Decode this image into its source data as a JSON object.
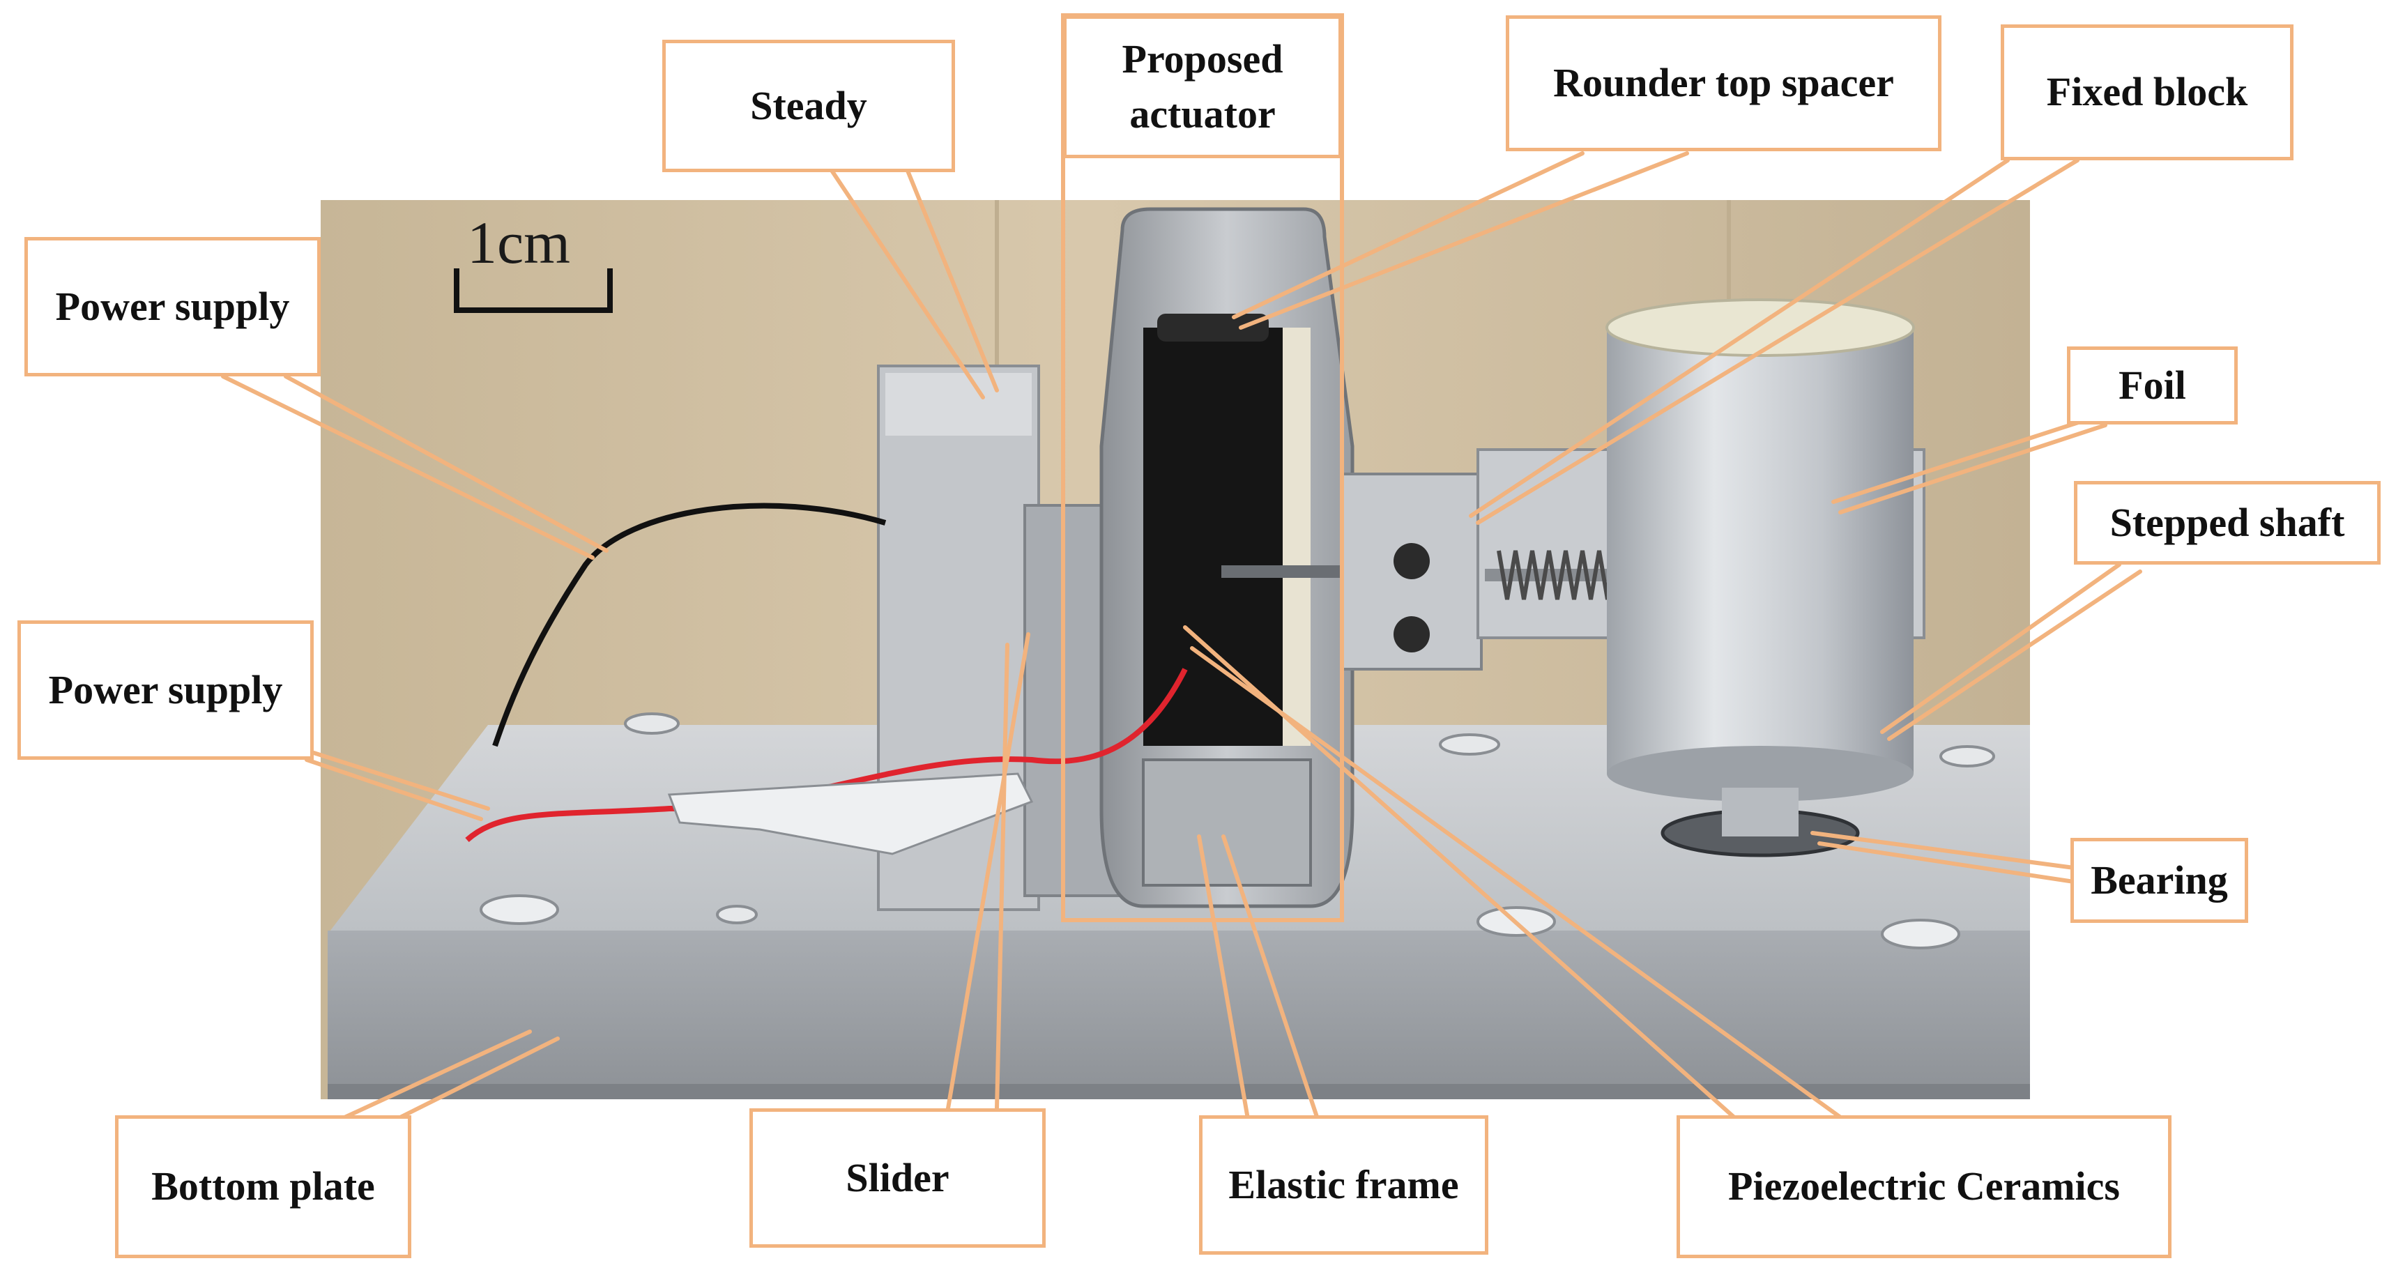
{
  "scale_bar": {
    "text": "1cm"
  },
  "labels": {
    "steady": "Steady",
    "proposed_actuator_line1": "Proposed",
    "proposed_actuator_line2": "actuator",
    "rounder_top_spacer": "Rounder top spacer",
    "fixed_block": "Fixed block",
    "power_supply_upper": "Power supply",
    "power_supply_lower": "Power supply",
    "foil": "Foil",
    "stepped_shaft": "Stepped shaft",
    "bearing": "Bearing",
    "bottom_plate": "Bottom plate",
    "slider": "Slider",
    "elastic_frame": "Elastic frame",
    "piezoelectric_ceramics": "Piezoelectric Ceramics"
  },
  "colors": {
    "leader_line": "#f2b37e",
    "label_border": "#f2b37e",
    "wall": "#cdbb9f",
    "aluminum": "#b9bcc0",
    "ceramic": "#151515",
    "wire_red": "#e0242e",
    "wire_black": "#111111"
  }
}
